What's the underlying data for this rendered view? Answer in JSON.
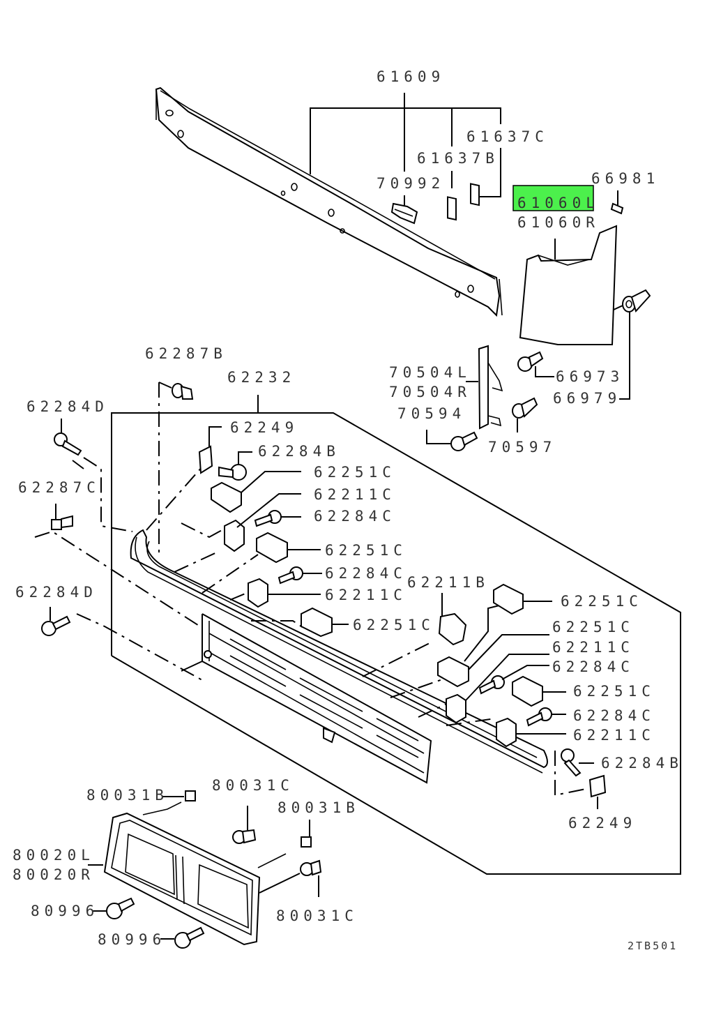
{
  "diagram": {
    "title": "Front grille / headlamp parts diagram",
    "drawing_code": "2TB501",
    "highlight_color": "#4cf04c",
    "highlighted_part": "61060L",
    "callouts": [
      {
        "id": "c61609",
        "label": "61609"
      },
      {
        "id": "c61637C",
        "label": "61637C"
      },
      {
        "id": "c61637B",
        "label": "61637B"
      },
      {
        "id": "c70992",
        "label": "70992"
      },
      {
        "id": "c66981",
        "label": "66981"
      },
      {
        "id": "c61060L",
        "label": "61060L",
        "highlighted": true
      },
      {
        "id": "c61060R",
        "label": "61060R"
      },
      {
        "id": "c62287B",
        "label": "62287B"
      },
      {
        "id": "c62232",
        "label": "62232"
      },
      {
        "id": "c70504L",
        "label": "70504L"
      },
      {
        "id": "c70504R",
        "label": "70504R"
      },
      {
        "id": "c66973",
        "label": "66973"
      },
      {
        "id": "c66979",
        "label": "66979"
      },
      {
        "id": "c70594",
        "label": "70594"
      },
      {
        "id": "c70597",
        "label": "70597"
      },
      {
        "id": "c62284D_top",
        "label": "62284D"
      },
      {
        "id": "c62249_top",
        "label": "62249"
      },
      {
        "id": "c62284B_top",
        "label": "62284B"
      },
      {
        "id": "c62251C_1",
        "label": "62251C"
      },
      {
        "id": "c62211C_1",
        "label": "62211C"
      },
      {
        "id": "c62284C_1",
        "label": "62284C"
      },
      {
        "id": "c62287C",
        "label": "62287C"
      },
      {
        "id": "c62251C_2",
        "label": "62251C"
      },
      {
        "id": "c62284C_2",
        "label": "62284C"
      },
      {
        "id": "c62211C_2",
        "label": "62211C"
      },
      {
        "id": "c62211B",
        "label": "62211B"
      },
      {
        "id": "c62284D_bot",
        "label": "62284D"
      },
      {
        "id": "c62251C_3",
        "label": "62251C"
      },
      {
        "id": "c62251C_4",
        "label": "62251C"
      },
      {
        "id": "c62251C_5",
        "label": "62251C"
      },
      {
        "id": "c62211C_3",
        "label": "62211C"
      },
      {
        "id": "c62284C_3",
        "label": "62284C"
      },
      {
        "id": "c62251C_6",
        "label": "62251C"
      },
      {
        "id": "c62284C_4",
        "label": "62284C"
      },
      {
        "id": "c62211C_4",
        "label": "62211C"
      },
      {
        "id": "c62284B_bot",
        "label": "62284B"
      },
      {
        "id": "c62249_bot",
        "label": "62249"
      },
      {
        "id": "c80031B_1",
        "label": "80031B"
      },
      {
        "id": "c80031C_1",
        "label": "80031C"
      },
      {
        "id": "c80031B_2",
        "label": "80031B"
      },
      {
        "id": "c80020L",
        "label": "80020L"
      },
      {
        "id": "c80020R",
        "label": "80020R"
      },
      {
        "id": "c80031C_2",
        "label": "80031C"
      },
      {
        "id": "c80996_1",
        "label": "80996"
      },
      {
        "id": "c80996_2",
        "label": "80996"
      }
    ]
  }
}
